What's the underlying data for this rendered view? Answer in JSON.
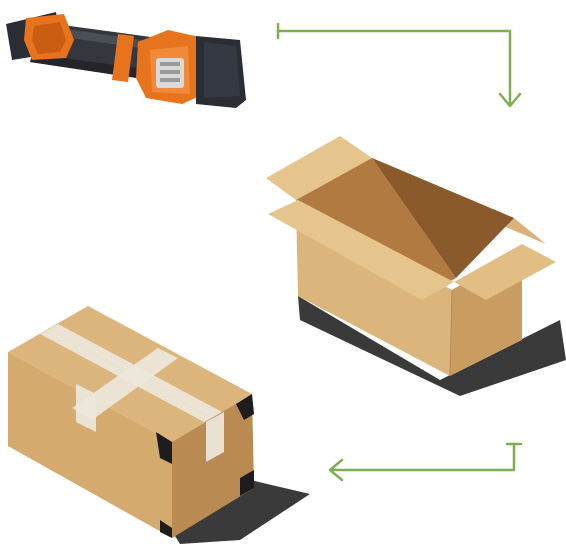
{
  "scene": {
    "steps": [
      {
        "id": "step-1",
        "item": "handheld-strapping-tool"
      },
      {
        "id": "step-2",
        "item": "open-cardboard-box"
      },
      {
        "id": "step-3",
        "item": "sealed-taped-box"
      }
    ],
    "flow_arrows": [
      {
        "from": "step-1",
        "to": "step-2",
        "direction": "right-then-down"
      },
      {
        "from": "step-2",
        "to": "step-3",
        "direction": "down-then-left"
      }
    ]
  },
  "colors": {
    "arrow": "#7fae52",
    "tool_orange": "#e8731d",
    "tool_dark": "#2a2d34",
    "box_light": "#dcb57c",
    "box_mid": "#c99c62",
    "box_dark": "#8a5a2d",
    "box_inner": "#a8733a",
    "tape": "#ece7db",
    "corner_guard": "#1d1d1f",
    "shadow": "#3a3a3a"
  }
}
